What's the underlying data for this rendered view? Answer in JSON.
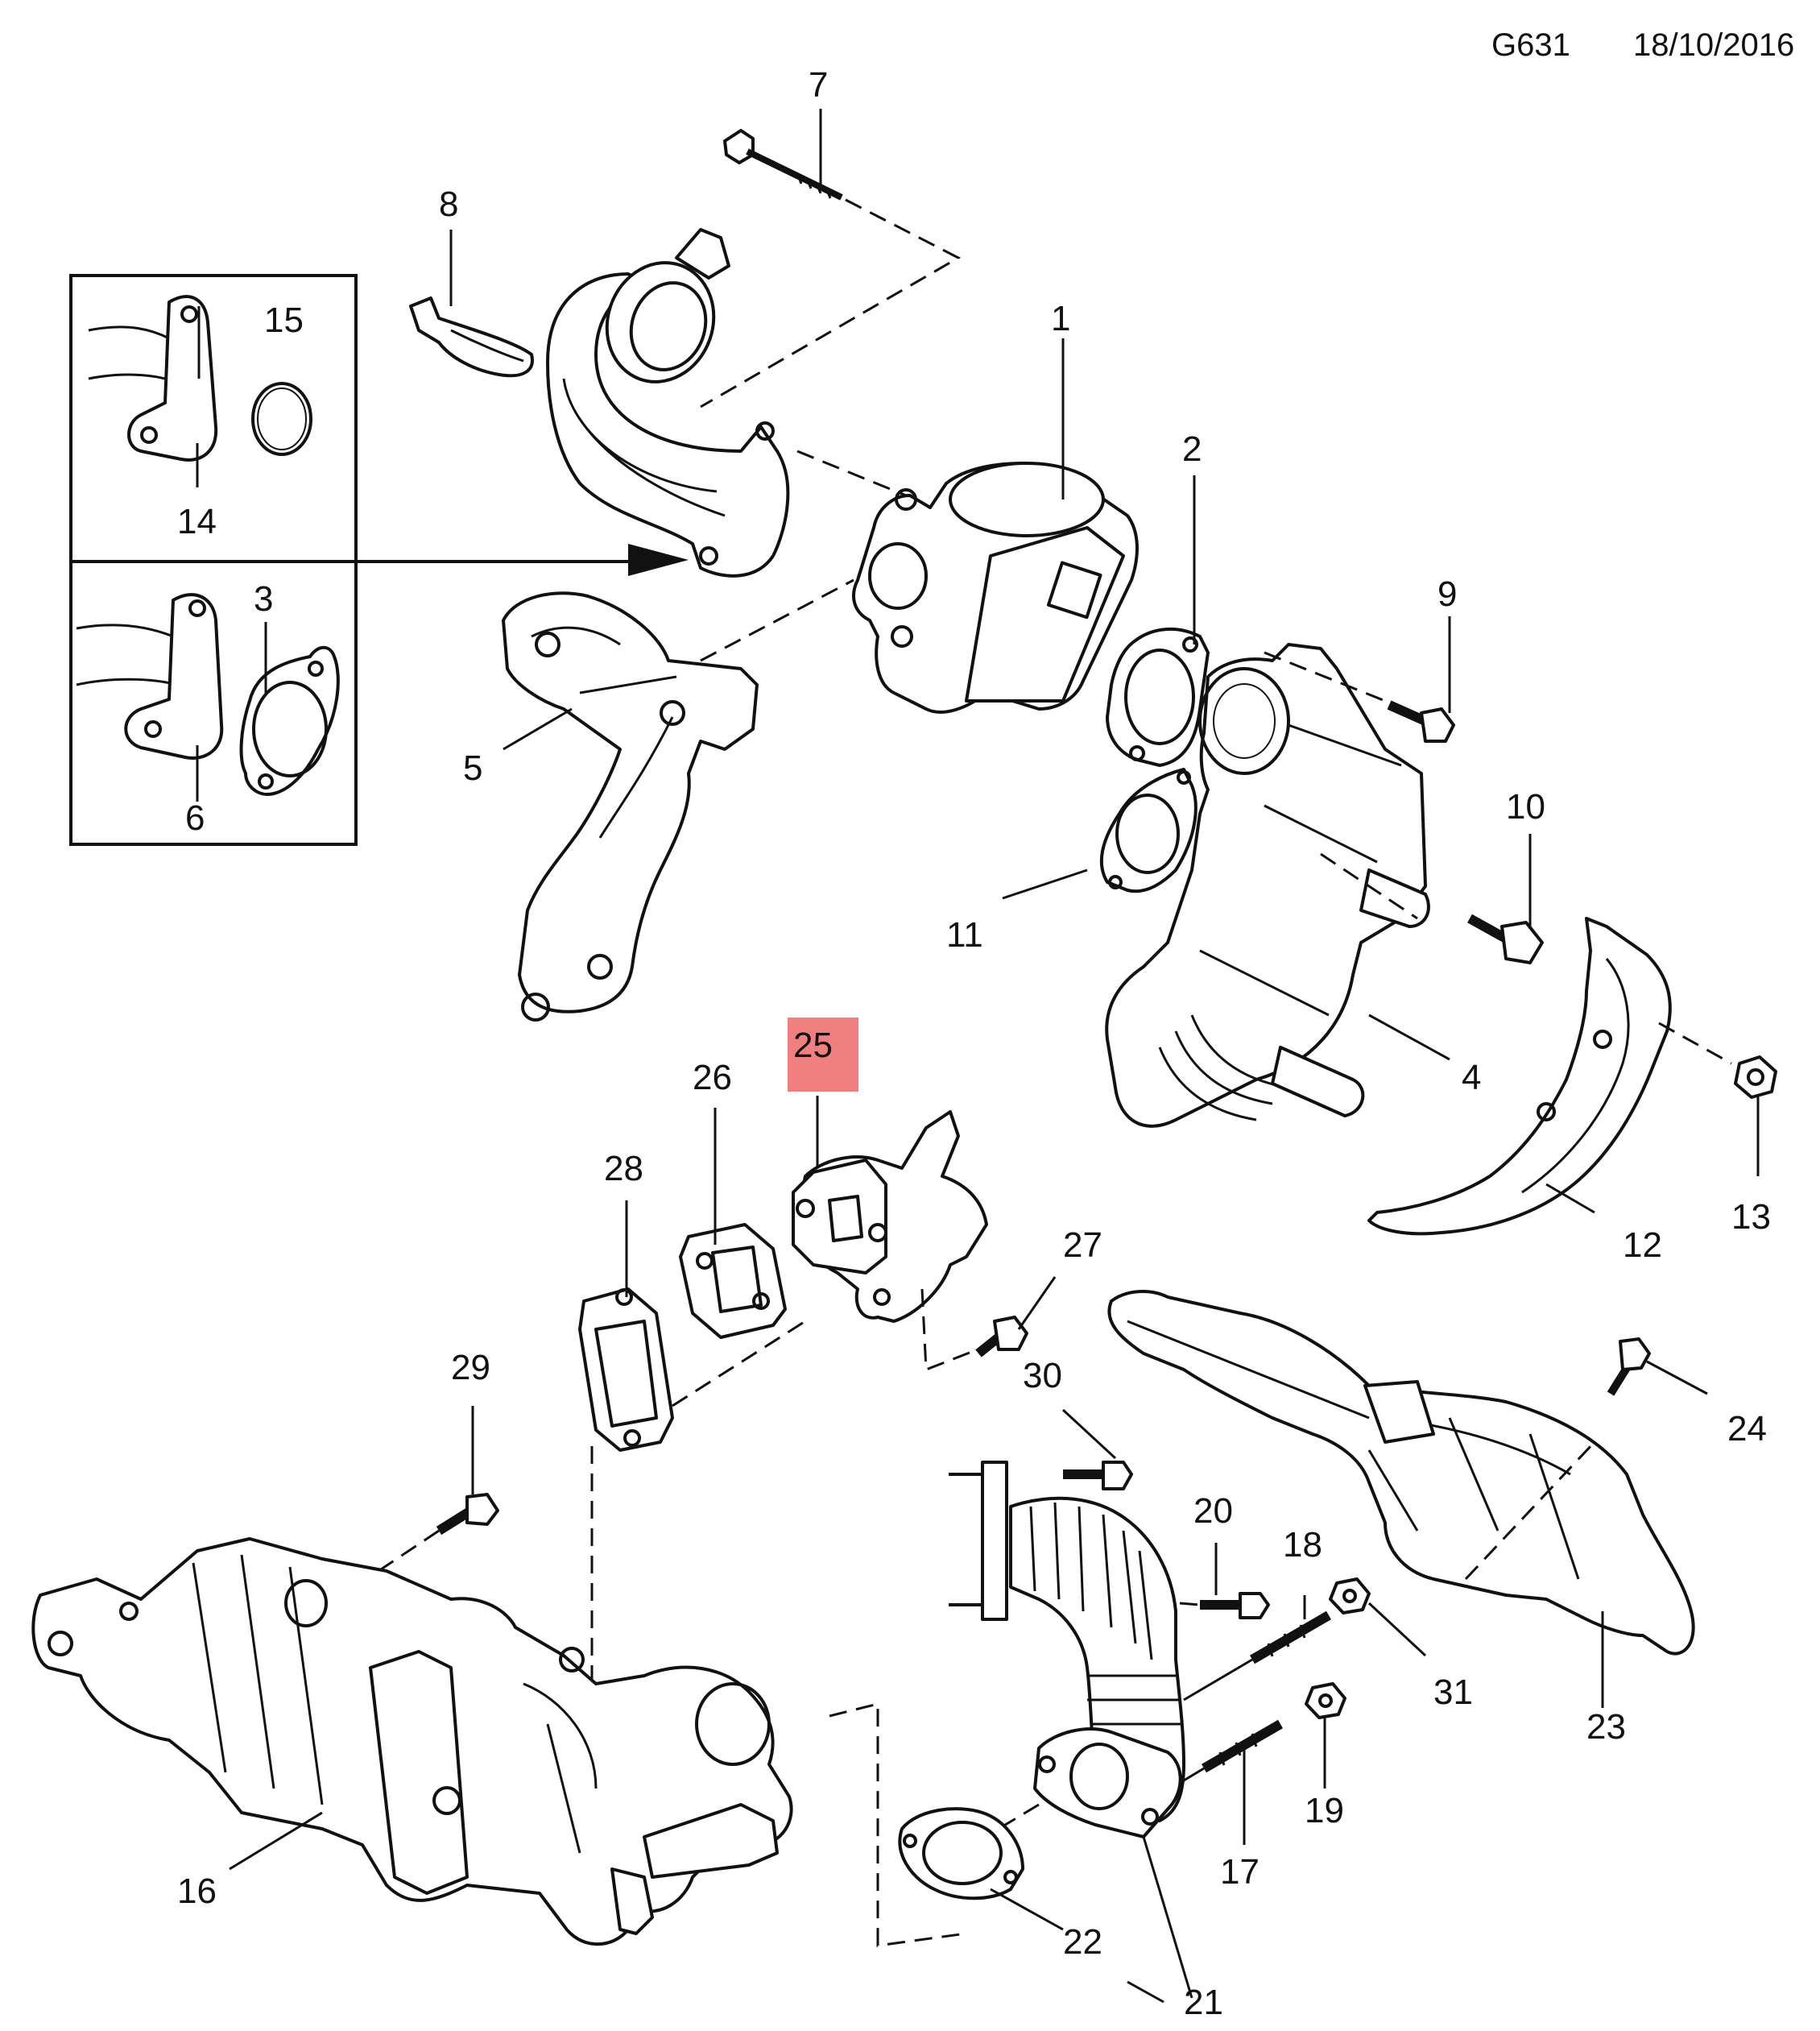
{
  "header": {
    "code": "G631",
    "date": "18/10/2016"
  },
  "highlight_color": "#f08080",
  "highlighted_part": "25",
  "parts": [
    {
      "label": "1"
    },
    {
      "label": "2"
    },
    {
      "label": "3"
    },
    {
      "label": "4"
    },
    {
      "label": "5"
    },
    {
      "label": "6"
    },
    {
      "label": "7"
    },
    {
      "label": "8"
    },
    {
      "label": "9"
    },
    {
      "label": "10"
    },
    {
      "label": "11"
    },
    {
      "label": "12"
    },
    {
      "label": "13"
    },
    {
      "label": "14"
    },
    {
      "label": "15"
    },
    {
      "label": "16"
    },
    {
      "label": "17"
    },
    {
      "label": "18"
    },
    {
      "label": "19"
    },
    {
      "label": "20"
    },
    {
      "label": "21"
    },
    {
      "label": "22"
    },
    {
      "label": "23"
    },
    {
      "label": "24"
    },
    {
      "label": "25"
    },
    {
      "label": "26"
    },
    {
      "label": "27"
    },
    {
      "label": "28"
    },
    {
      "label": "29"
    },
    {
      "label": "30"
    },
    {
      "label": "31"
    }
  ]
}
